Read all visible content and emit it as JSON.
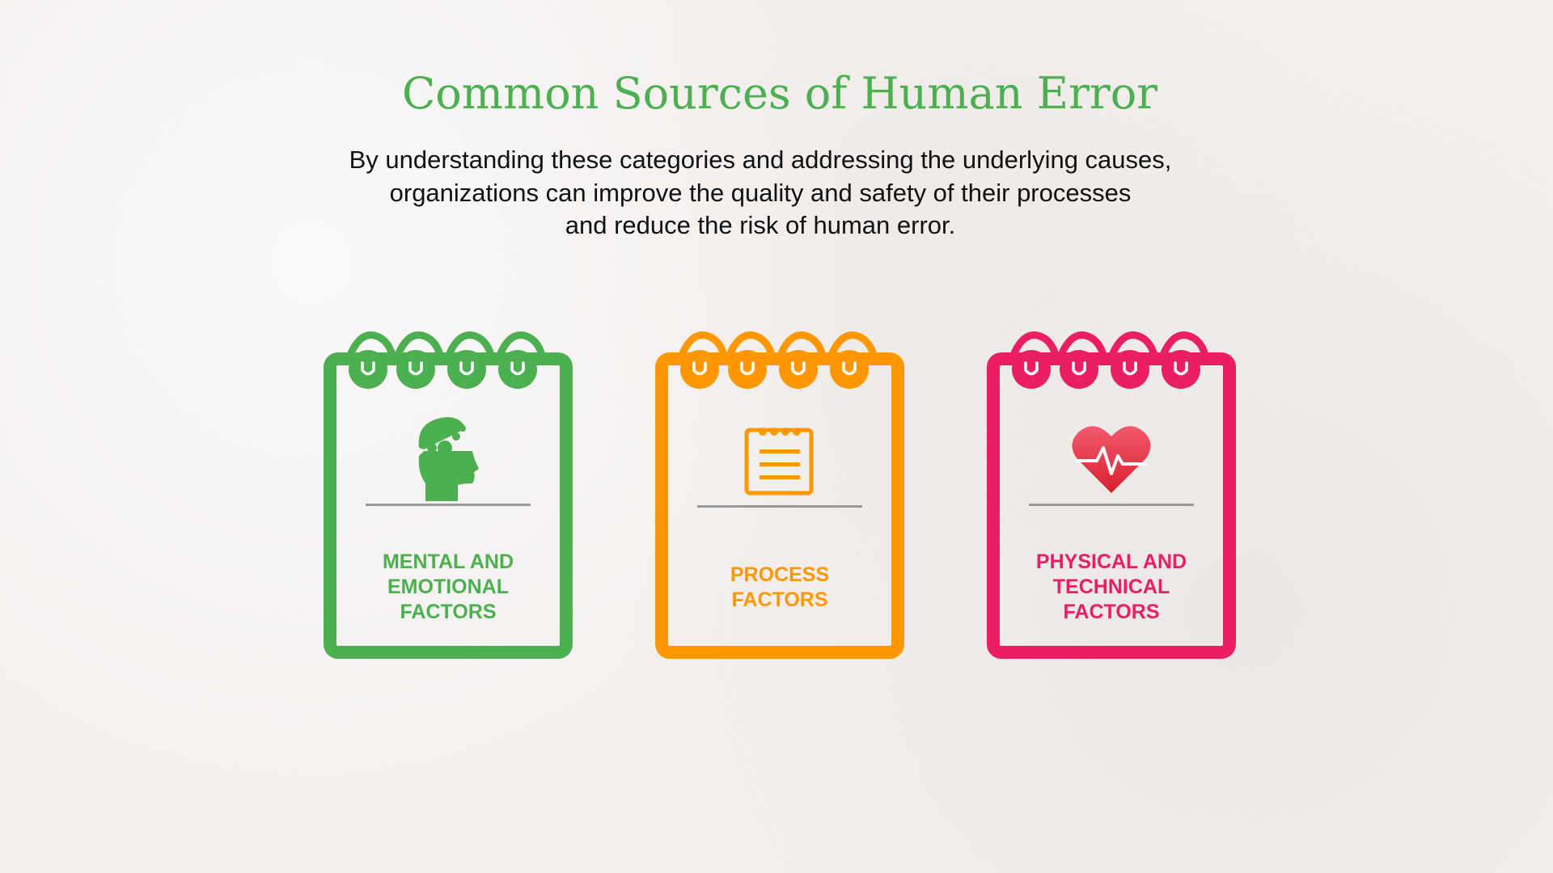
{
  "title": "Common Sources of Human Error",
  "subtitle": {
    "lines": [
      "By understanding these categories and addressing the underlying causes,",
      "organizations can improve the quality and safety of their processes",
      "and reduce the risk of human error."
    ]
  },
  "cards": [
    {
      "label": "MENTAL AND\n EMOTIONAL\nFACTORS",
      "icon": "head-gears-icon",
      "color": "#4caf50"
    },
    {
      "label": "PROCESS\nFACTORS",
      "icon": "notepad-icon",
      "color": "#ff9800"
    },
    {
      "label": "PHYSICAL AND\nTECHNICAL\nFACTORS",
      "icon": "heart-pulse-icon",
      "color": "#e91e63"
    }
  ]
}
